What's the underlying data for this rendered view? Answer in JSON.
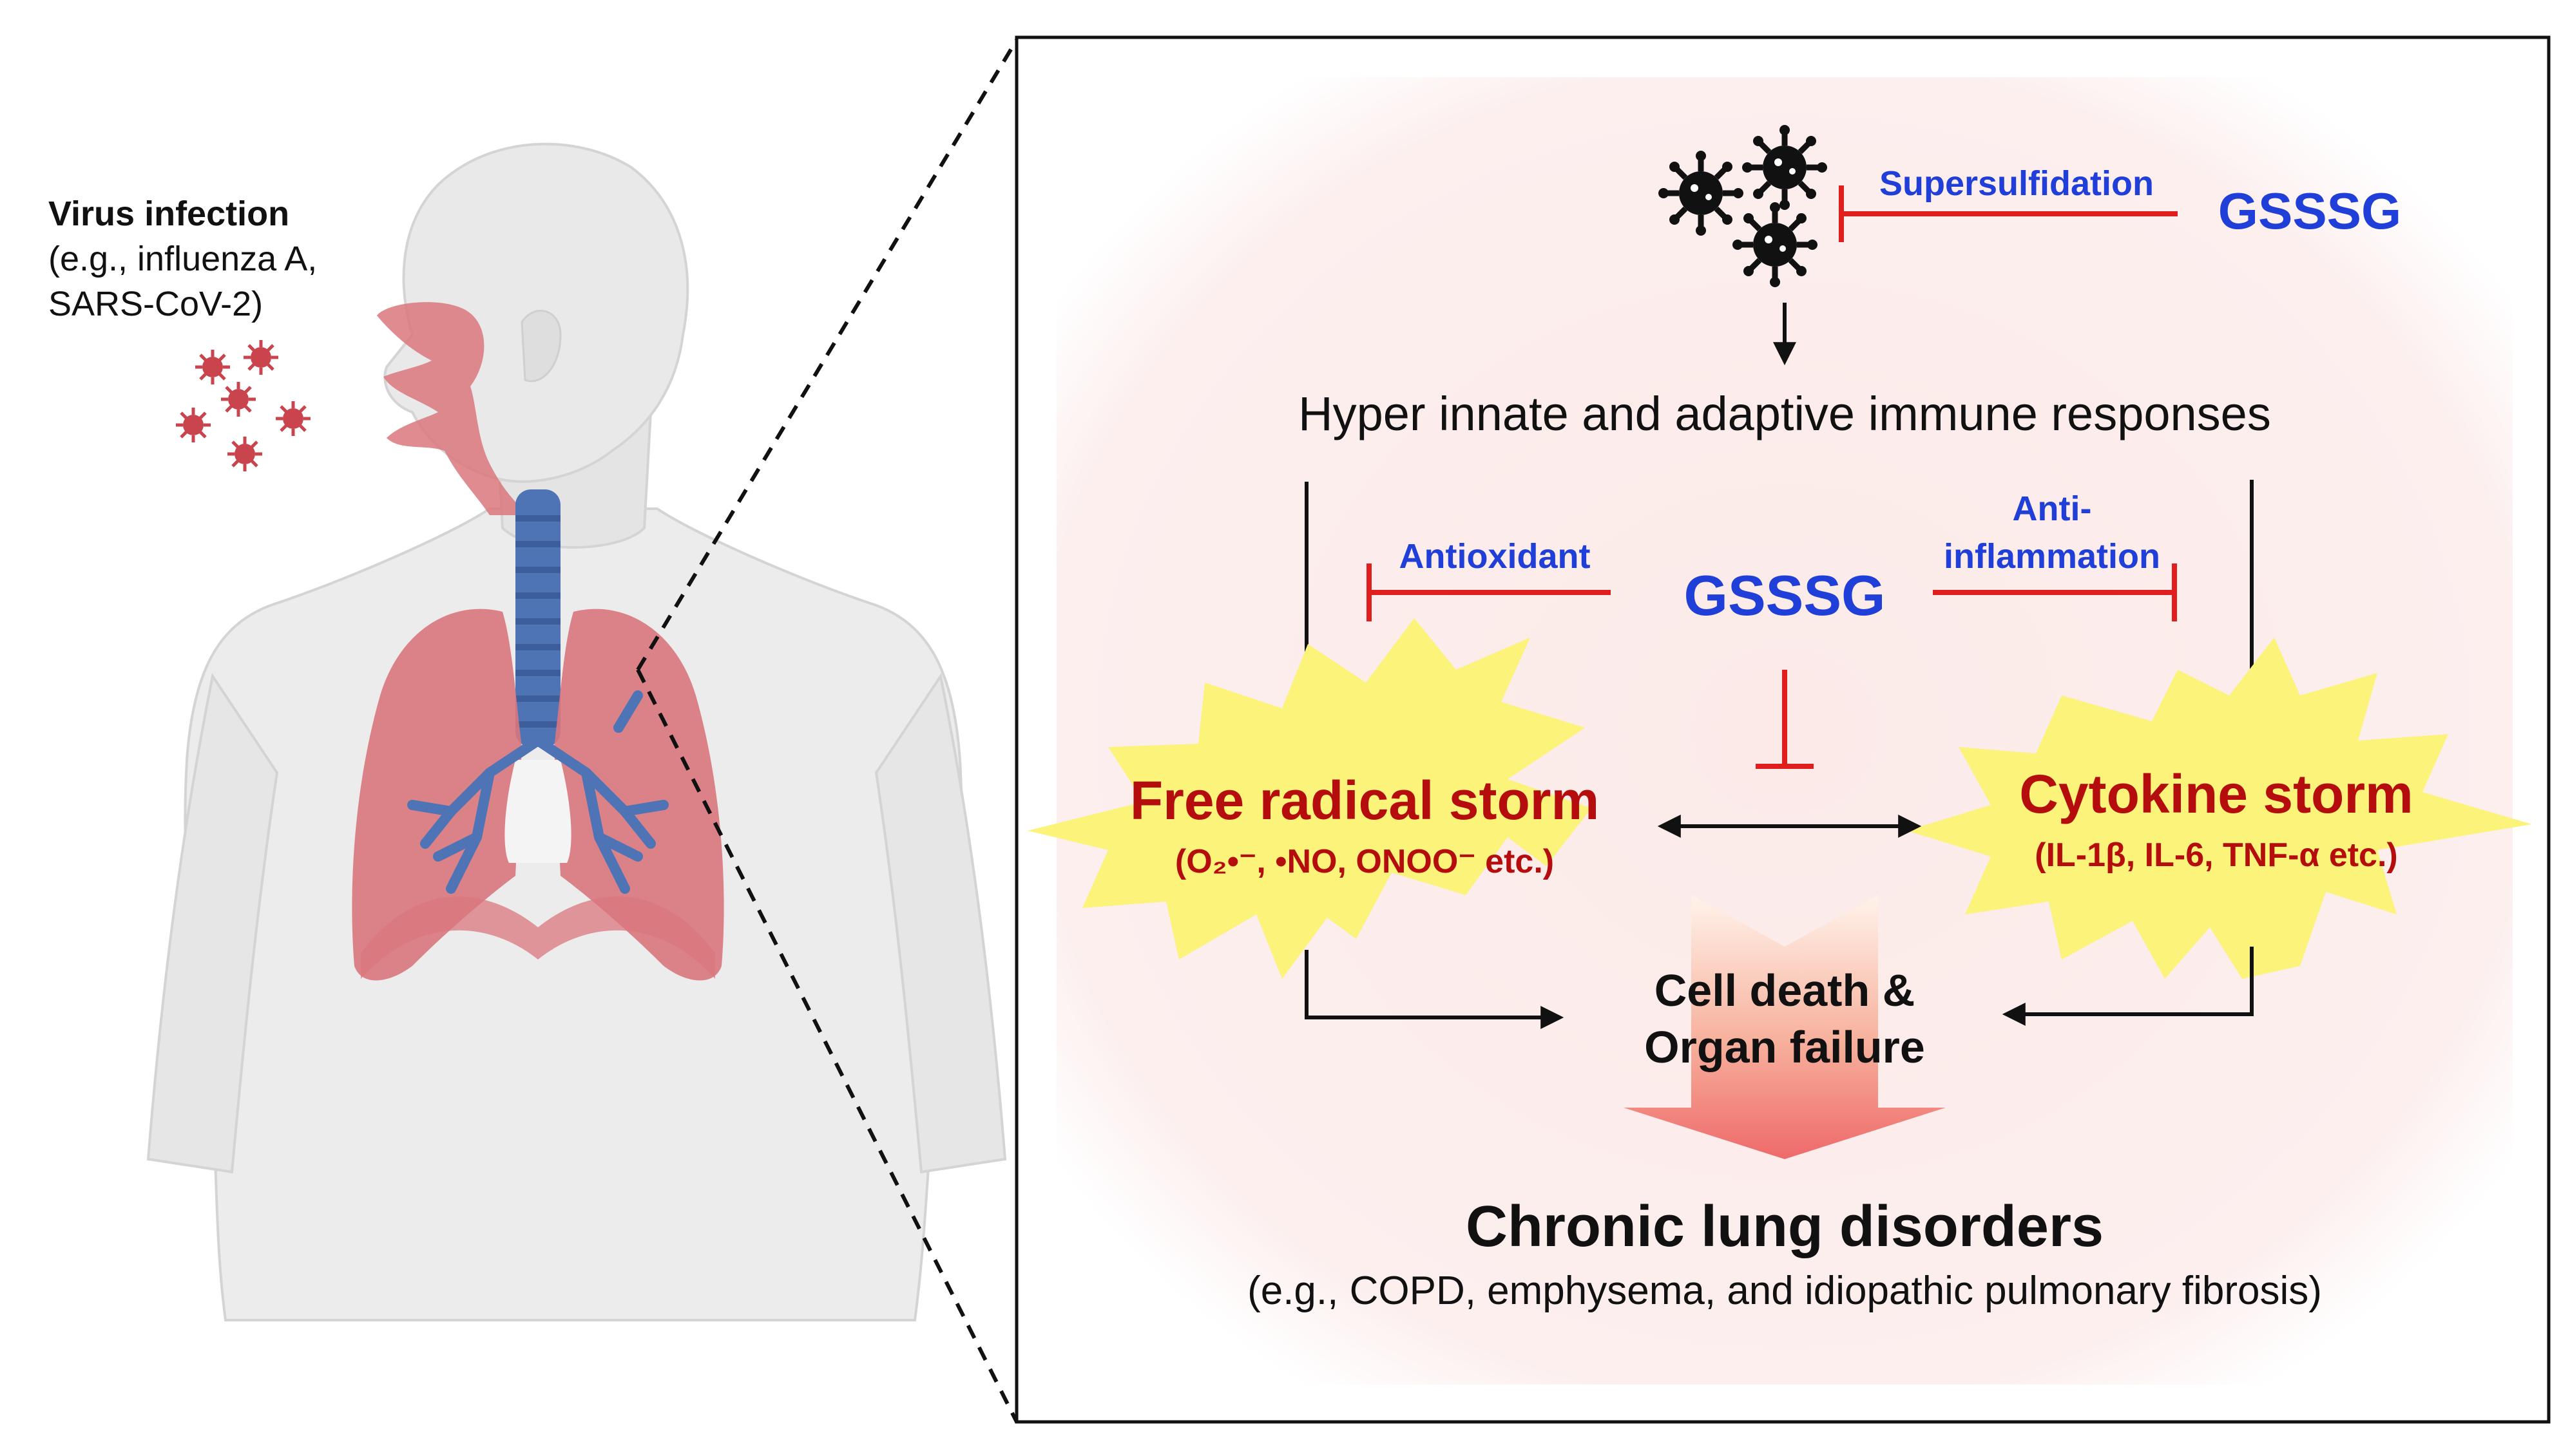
{
  "left": {
    "infection_title": "Virus infection",
    "infection_line2": "(e.g., influenza A,",
    "infection_line3": "SARS-CoV-2)"
  },
  "panel": {
    "top_gsssg": "GSSSG",
    "supersulfidation": "Supersulfidation",
    "immune": "Hyper innate and adaptive immune responses",
    "center_gsssg": "GSSSG",
    "antioxidant": "Antioxidant",
    "anti_line1": "Anti-",
    "anti_line2": "inflammation",
    "free_radical": "Free radical storm",
    "free_radical_sub": "(O₂•⁻, •NO, ONOO⁻ etc.)",
    "cytokine": "Cytokine storm",
    "cytokine_sub": "(IL-1β, IL-6, TNF-α etc.)",
    "cell_death_1": "Cell death &",
    "cell_death_2": "Organ failure",
    "chronic": "Chronic lung disorders",
    "chronic_sub": "(e.g., COPD, emphysema, and idiopathic pulmonary fibrosis)"
  },
  "colors": {
    "blue": "#1f3fd8",
    "red": "#e01e1e",
    "dark_red": "#b50d0d",
    "burst": "#fbf37a",
    "panel_bg": "#fbeeed",
    "body_gray": "#e9e9e9",
    "lung": "#d9777d",
    "airway": "#4f74b6"
  }
}
